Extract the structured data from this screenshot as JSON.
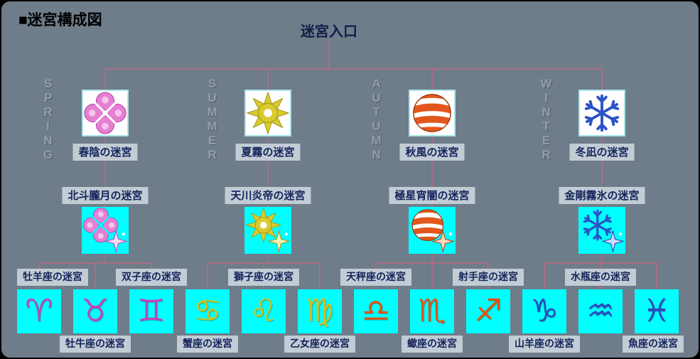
{
  "header": {
    "title": "■迷宮構成図"
  },
  "root": {
    "label": "迷宮入口"
  },
  "seasons": [
    {
      "en": "SPRING",
      "gate_label": "春陰の迷宮",
      "deep_label": "北斗朧月の迷宮",
      "gate_icon": "spring-clover-icon",
      "deep_icon": "spring-clover-sparkle-icon"
    },
    {
      "en": "SUMMER",
      "gate_label": "夏霧の迷宮",
      "deep_label": "天川炎帝の迷宮",
      "gate_icon": "summer-sun-icon",
      "deep_icon": "summer-sun-sparkle-icon"
    },
    {
      "en": "AUTUMN",
      "gate_label": "秋風の迷宮",
      "deep_label": "極星宵闇の迷宮",
      "gate_icon": "autumn-striped-sphere-icon",
      "deep_icon": "autumn-striped-sphere-sparkle-icon"
    },
    {
      "en": "WINTER",
      "gate_label": "冬凪の迷宮",
      "deep_label": "金剛霧氷の迷宮",
      "gate_icon": "winter-snowflake-icon",
      "deep_icon": "winter-snowflake-sparkle-icon"
    }
  ],
  "zodiac": [
    {
      "name": "aries",
      "label": "牡羊座の迷宮",
      "glyph": "♈",
      "label_position": "top",
      "season": "spring"
    },
    {
      "name": "taurus",
      "label": "牡牛座の迷宮",
      "glyph": "♉",
      "label_position": "bottom",
      "season": "spring"
    },
    {
      "name": "gemini",
      "label": "双子座の迷宮",
      "glyph": "♊",
      "label_position": "top",
      "season": "spring"
    },
    {
      "name": "cancer",
      "label": "蟹座の迷宮",
      "glyph": "♋",
      "label_position": "bottom",
      "season": "summer"
    },
    {
      "name": "leo",
      "label": "獅子座の迷宮",
      "glyph": "♌",
      "label_position": "top",
      "season": "summer"
    },
    {
      "name": "virgo",
      "label": "乙女座の迷宮",
      "glyph": "♍",
      "label_position": "bottom",
      "season": "summer"
    },
    {
      "name": "libra",
      "label": "天秤座の迷宮",
      "glyph": "♎",
      "label_position": "top",
      "season": "autumn"
    },
    {
      "name": "scorpio",
      "label": "蠍座の迷宮",
      "glyph": "♏",
      "label_position": "bottom",
      "season": "autumn"
    },
    {
      "name": "sagittarius",
      "label": "射手座の迷宮",
      "glyph": "♐",
      "label_position": "top",
      "season": "autumn"
    },
    {
      "name": "capricorn",
      "label": "山羊座の迷宮",
      "glyph": "♑",
      "label_position": "bottom",
      "season": "winter"
    },
    {
      "name": "aquarius",
      "label": "水瓶座の迷宮",
      "glyph": "♒",
      "label_position": "top",
      "season": "winter"
    },
    {
      "name": "pisces",
      "label": "魚座の迷宮",
      "glyph": "♓",
      "label_position": "bottom",
      "season": "winter"
    }
  ],
  "colors": {
    "background": "#6f7c89",
    "label_bg": "#c2ccd4",
    "label_text": "#14235c",
    "connector": "#e0607f",
    "cyan": "#00ffff",
    "spring": "#c343b5",
    "summer": "#cfc01d",
    "autumn": "#df5413",
    "winter": "#2b49c0",
    "season_en_text": "#93a0ab",
    "title_text": "#000000"
  }
}
